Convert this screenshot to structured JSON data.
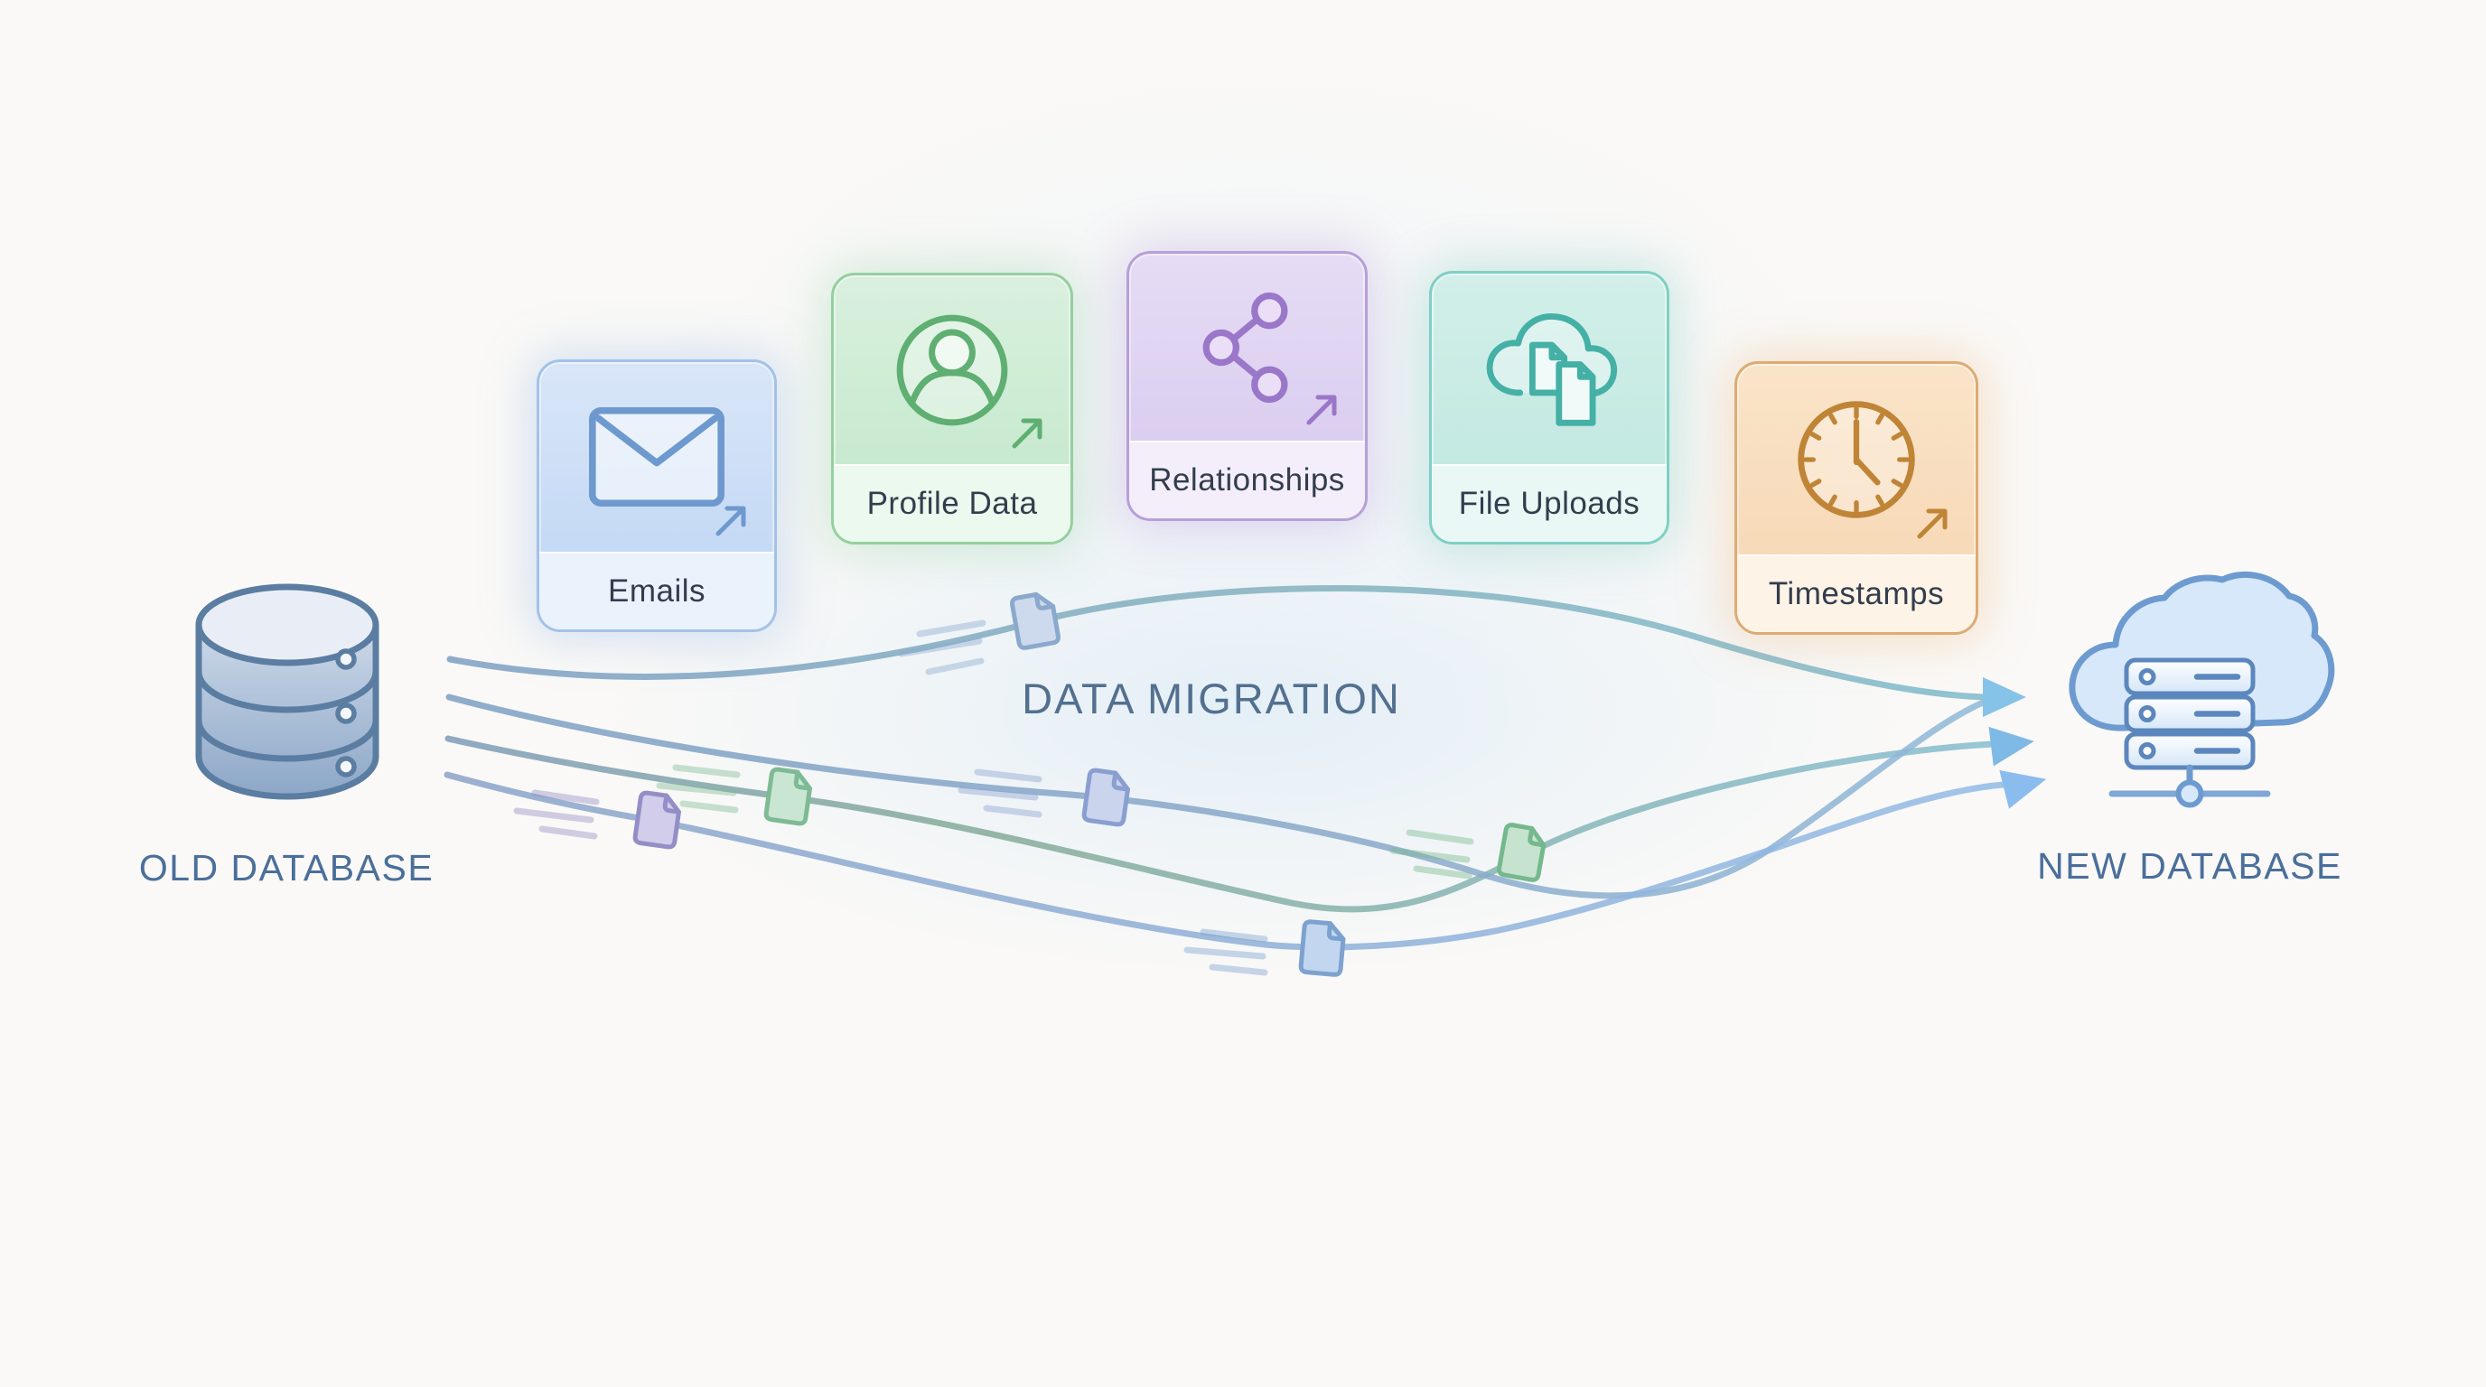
{
  "title": "DATA MIGRATION",
  "source_node": {
    "label": "OLD DATABASE",
    "icon": "database-cylinder-icon"
  },
  "target_node": {
    "label": "NEW DATABASE",
    "icon": "cloud-server-icon"
  },
  "cards": [
    {
      "label": "Emails",
      "icon": "envelope-icon",
      "accent": "#6d99cf"
    },
    {
      "label": "Profile Data",
      "icon": "user-profile-icon",
      "accent": "#5fae72"
    },
    {
      "label": "Relationships",
      "icon": "share-nodes-icon",
      "accent": "#9a77c8"
    },
    {
      "label": "File Uploads",
      "icon": "cloud-files-icon",
      "accent": "#45b0a5"
    },
    {
      "label": "Timestamps",
      "icon": "clock-icon",
      "accent": "#c08437"
    }
  ],
  "flow": {
    "arrow_color": "#85bfea",
    "line_color_start": "#7a9cc2",
    "line_color_teal": "#8db4ab",
    "line_color_blue": "#93b6dd",
    "migrating_files": [
      {
        "icon": "file-icon",
        "color": "#8ba9cd"
      },
      {
        "icon": "file-icon",
        "color": "#938fc6"
      },
      {
        "icon": "file-icon",
        "color": "#7eba93"
      },
      {
        "icon": "file-icon",
        "color": "#8a9fd0"
      },
      {
        "icon": "file-icon",
        "color": "#76b88d"
      },
      {
        "icon": "file-icon",
        "color": "#7da2cf"
      }
    ]
  }
}
